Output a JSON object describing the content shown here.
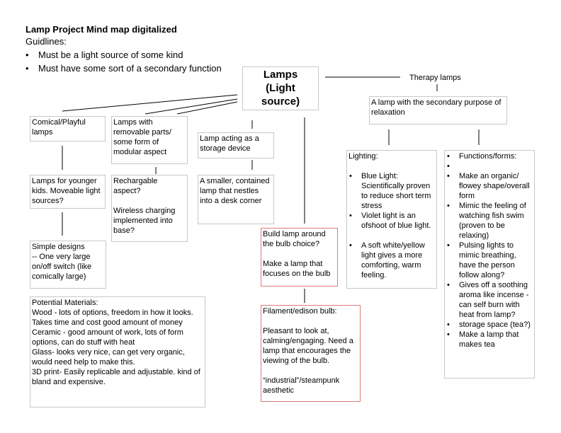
{
  "header": {
    "title": "Lamp Project Mind map digitalized",
    "guidelines_label": "Guidlines:",
    "guidelines": [
      "Must be a light source of some kind",
      "Must have some sort of a secondary function"
    ]
  },
  "root": "Lamps\n(Light\nsource)",
  "therapy": {
    "title": "Therapy lamps",
    "purpose": "A lamp with the secondary purpose of relaxation",
    "lighting_label": "Lighting:",
    "lighting_items": [
      "Blue Light: Scientifically proven to reduce short term stress",
      "Violet light is an ofshoot of blue light.",
      "A soft white/yellow light gives a more comforting, warm feeling."
    ],
    "functions_label": "Functions/forms:",
    "functions_items": [
      "",
      "Make an organic/ flowey shape/overall form",
      "Mimic the feeling of watching fish swim (proven to be relaxing)",
      "Pulsing lights to mimic breathing, have the person follow along?",
      "Gives off a soothing aroma like incense - can self burn with heat from lamp?",
      "storage space (tea?)",
      "Make a lamp that makes tea"
    ]
  },
  "comical": {
    "title": "Comical/Playful lamps",
    "kids": "Lamps for younger kids.  Moveable light sources?",
    "simple": "Simple designs\n-- One very large on/off switch (like comically large)"
  },
  "removable": {
    "title": "Lamps with removable parts/ some form of modular aspect",
    "rechargable": "Rechargable aspect?",
    "wireless": "Wireless charging implemented into base?"
  },
  "storage": {
    "title": "Lamp acting as a storage device",
    "desk": "A smaller, contained lamp that nestles into a desk corner"
  },
  "bulb": {
    "build": "Build lamp around the bulb choice?",
    "focus": "Make a lamp that focuses on the bulb",
    "filament_title": "Filament/edison bulb:",
    "filament_text": "Pleasant to look at, calming/engaging. Need a lamp that encourages the viewing of the bulb.",
    "aesthetic": "“industrial”/steampunk aesthetic"
  },
  "materials": {
    "title": "Potential Materials:",
    "items": [
      "Wood - lots of options, freedom in how it looks. Takes time and cost good amount of money",
      "Ceramic - good amount of work, lots of form options, can do stuff with heat",
      "Glass- looks very nice, can get very organic, would need help to make this.",
      "3D print- Easily replicable and adjustable. kind of bland and expensive."
    ]
  },
  "colors": {
    "box_border": "#c8c8c8",
    "red_border": "#e07a7a",
    "line": "#000000"
  }
}
